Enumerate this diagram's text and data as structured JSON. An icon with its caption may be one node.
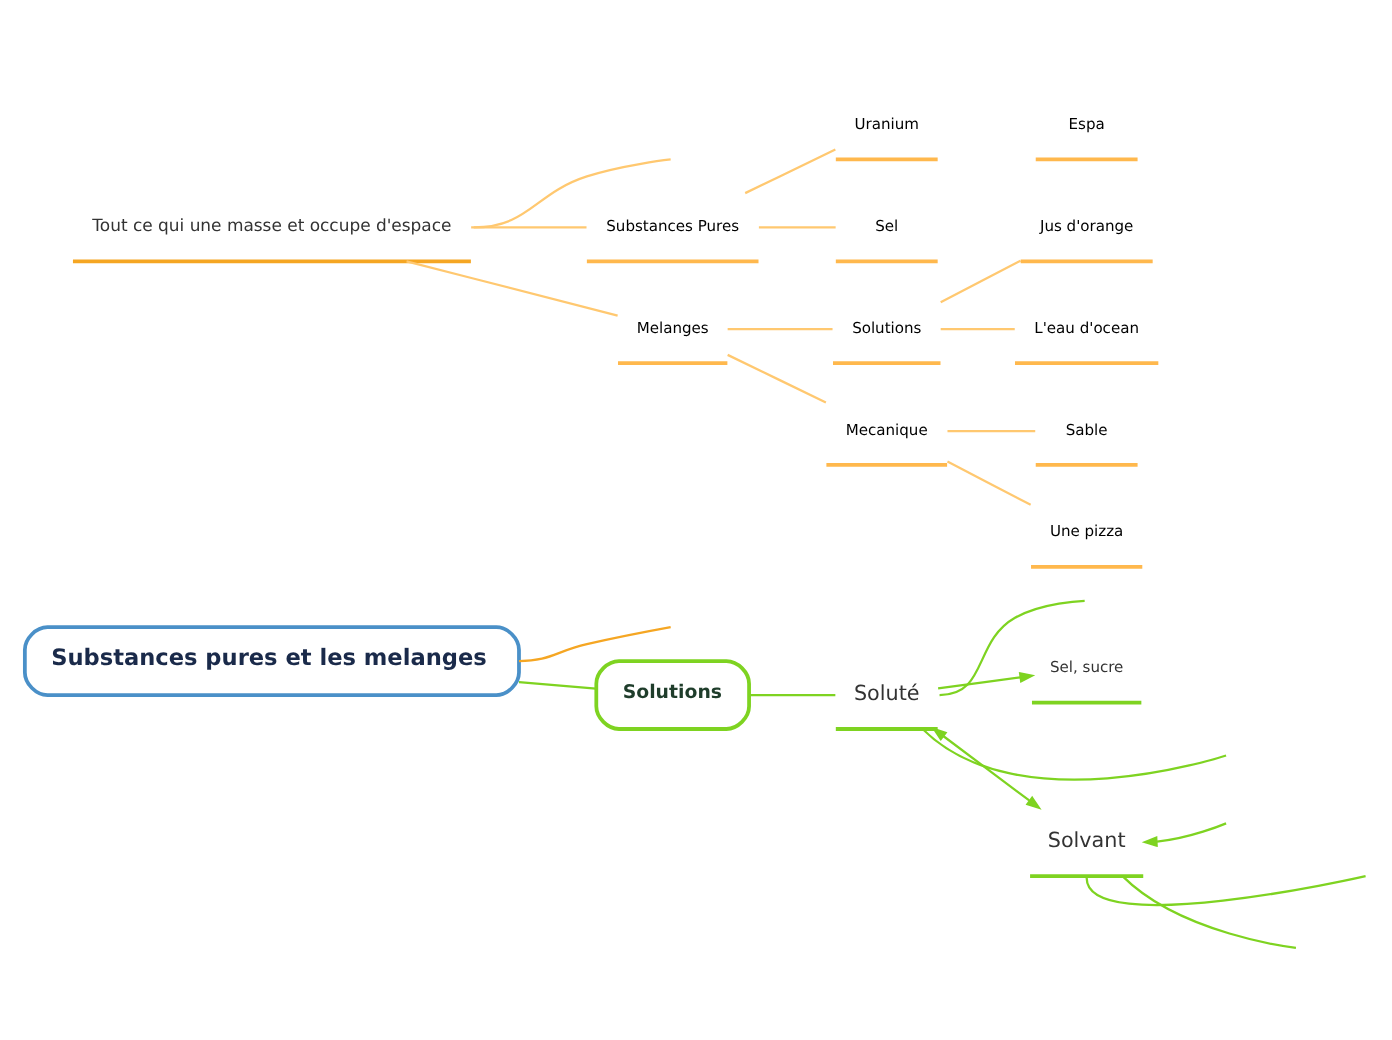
{
  "diagram": {
    "nodes": [
      {
        "text": [
          "Substances pures et les melanges"
        ]
      },
      {
        "text": [
          "Tout ce qui une masse et occupe d'espace"
        ]
      },
      {
        "text": [
          "Substances Pures"
        ]
      },
      {
        "text": [
          "Uranium"
        ]
      },
      {
        "text": [
          "Sel"
        ]
      },
      {
        "text": [
          "Melanges"
        ]
      },
      {
        "text": [
          "Solutions"
        ]
      },
      {
        "text": [
          "Mecanique"
        ]
      },
      {
        "text": [
          "Jus d'orange"
        ]
      },
      {
        "text": [
          "L'eau d'ocean"
        ]
      },
      {
        "text": [
          "Sable"
        ]
      },
      {
        "text": [
          "Une pizza"
        ]
      },
      {
        "text": [
          "Espa"
        ]
      },
      {
        "text": [
          "Solutions"
        ]
      },
      {
        "text": [
          "Soluté"
        ]
      },
      {
        "text": [
          "Sel, sucre"
        ]
      },
      {
        "text": [
          "Solvant"
        ]
      }
    ],
    "edges": [
      {
        "from": 0,
        "to": null,
        "arrow": "none",
        "color": "#f5a623"
      },
      {
        "from": null,
        "to": 1,
        "arrow": "none",
        "color": "#ffc870"
      },
      {
        "from": 1,
        "to": 2,
        "arrow": "none",
        "color": "#ffc870"
      },
      {
        "from": 1,
        "to": 5,
        "arrow": "none",
        "color": "#ffc870"
      },
      {
        "from": 2,
        "to": 3,
        "arrow": "none",
        "color": "#ffc870"
      },
      {
        "from": 2,
        "to": 4,
        "arrow": "none",
        "color": "#ffc870"
      },
      {
        "from": 5,
        "to": 6,
        "arrow": "none",
        "color": "#ffc870"
      },
      {
        "from": 5,
        "to": 7,
        "arrow": "none",
        "color": "#ffc870"
      },
      {
        "from": 6,
        "to": 8,
        "arrow": "none",
        "color": "#ffc870"
      },
      {
        "from": 6,
        "to": 9,
        "arrow": "none",
        "color": "#ffc870"
      },
      {
        "from": 7,
        "to": 10,
        "arrow": "none",
        "color": "#ffc870"
      },
      {
        "from": 7,
        "to": 11,
        "arrow": "none",
        "color": "#ffc870"
      },
      {
        "from": 0,
        "to": 13,
        "arrow": "none",
        "color": "#7ed321"
      },
      {
        "from": 13,
        "to": 14,
        "arrow": "none",
        "color": "#7ed321"
      },
      {
        "from": 14,
        "to": 16,
        "arrow": "both",
        "color": "#7ed321"
      },
      {
        "from": 14,
        "to": 15,
        "arrow": "to",
        "color": "#7ed321"
      },
      {
        "from": 14,
        "to": null,
        "arrow": "none",
        "color": "#7ed321"
      },
      {
        "from": 14,
        "to": null,
        "arrow": "none",
        "color": "#7ed321"
      },
      {
        "from": 16,
        "to": null,
        "arrow": "none",
        "color": "#7ed321"
      },
      {
        "from": 16,
        "to": null,
        "arrow": "none",
        "color": "#7ed321"
      },
      {
        "from": null,
        "to": 16,
        "arrow": "to",
        "color": "#7ed321"
      }
    ]
  }
}
